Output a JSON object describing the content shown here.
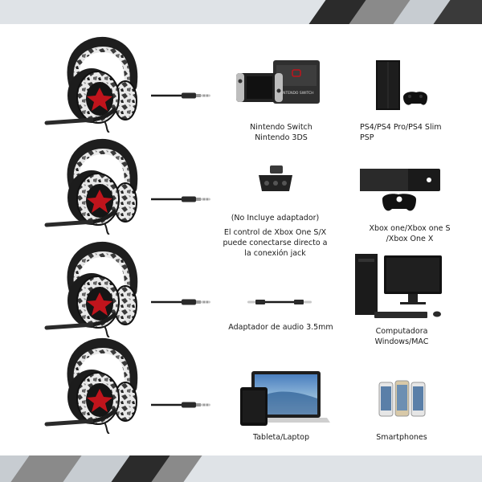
{
  "rows": [
    {
      "device_a": {
        "lines": [
          "Nintendo Switch",
          "Nintendo 3DS"
        ]
      },
      "device_b": {
        "lines": [
          "PS4/PS4 Pro/PS4 Slim",
          "PSP"
        ]
      }
    },
    {
      "device_a": {
        "lines": [
          "(No Incluye adaptador)",
          "",
          "El control de Xbox One S/X",
          "puede conectarse directo a",
          "la conexión jack"
        ]
      },
      "device_b": {
        "lines": [
          "Xbox one/Xbox one S",
          "/Xbox One X"
        ]
      }
    },
    {
      "device_a": {
        "lines": [
          "Adaptador de audio 3.5mm"
        ]
      },
      "device_b": {
        "lines": [
          "Computadora",
          "Windows/MAC"
        ]
      }
    },
    {
      "device_a": {
        "lines": [
          "Tableta/Laptop"
        ]
      },
      "device_b": {
        "lines": [
          "Smartphones"
        ]
      }
    }
  ],
  "switch_dock_text": "NINTENDO SWITCH",
  "colors": {
    "accent_red": "#c0141c",
    "band": "#dfe3e7",
    "stripe_dark": "#2b2b2b",
    "stripe_mid": "#8a8a8a"
  }
}
